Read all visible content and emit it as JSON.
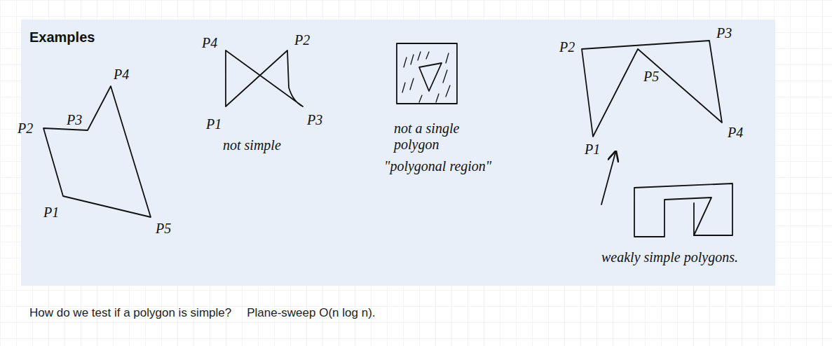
{
  "diagram": {
    "title": "Examples",
    "labels": [
      "P2",
      "P3",
      "P4",
      "P1",
      "P5",
      "P4",
      "P2",
      "P1",
      "P3",
      "not simple",
      "not a single polygon",
      "\"polygonal region\"",
      "P2",
      "P3",
      "P5",
      "P1",
      "P4",
      "weakly simple polygons.",
      "How do we test if a polygon is simple?",
      "Plane-sweep O(n log n)."
    ]
  }
}
